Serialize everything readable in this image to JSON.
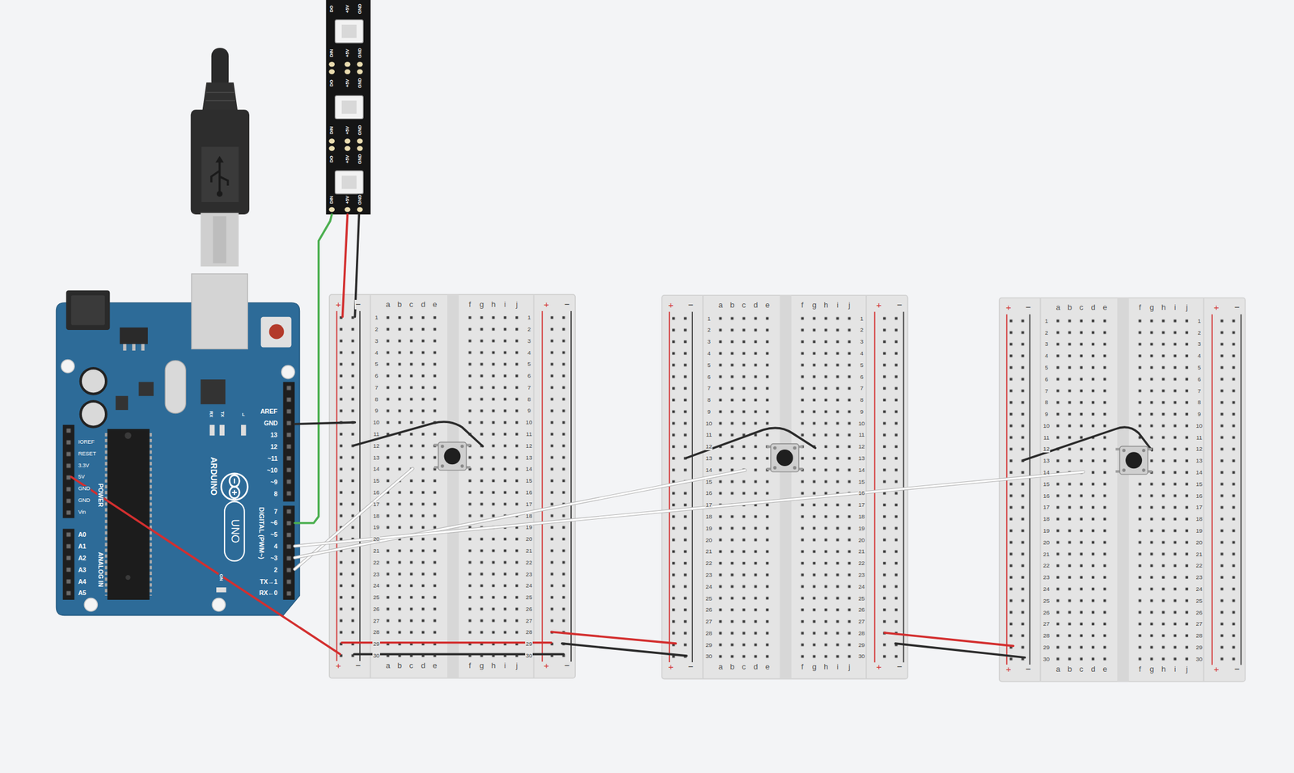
{
  "diagram": {
    "nodes": [
      {
        "text": [
          "DO",
          "+5V",
          "GND",
          "DIN",
          "+5V",
          "GND",
          "DO",
          "+5V",
          "GND",
          "DIN",
          "+5V",
          "GND",
          "DO",
          "+5V",
          "GND",
          "DIN",
          "+5V",
          "GND"
        ]
      },
      {
        "text": [
          "AREF",
          "GND",
          "13",
          "12",
          "~11",
          "~10",
          "~9",
          "8",
          "7",
          "~6",
          "~5",
          "4",
          "~3",
          "2",
          "TX→1",
          "RX←0",
          "DIGITAL (PWM~)",
          "IOREF",
          "RESET",
          "3.3V",
          "5V",
          "GND",
          "GND",
          "Vin",
          "POWER",
          "A0",
          "A1",
          "A2",
          "A3",
          "A4",
          "A5",
          "ANALOG IN",
          "ARDUINO",
          "UNO",
          "RX",
          "TX",
          "L",
          "ON"
        ]
      },
      {
        "text": [
          "+",
          "−",
          "a",
          "b",
          "c",
          "d",
          "e",
          "f",
          "g",
          "h",
          "i",
          "j",
          "+",
          "−",
          "1",
          "2",
          "3",
          "4",
          "5",
          "6",
          "7",
          "8",
          "9",
          "10",
          "11",
          "12",
          "13",
          "14",
          "15",
          "16",
          "17",
          "18",
          "19",
          "20",
          "21",
          "22",
          "23",
          "24",
          "25",
          "26",
          "27",
          "28",
          "29",
          "30",
          "1",
          "2",
          "3",
          "4",
          "5",
          "6",
          "7",
          "8",
          "9",
          "10",
          "11",
          "12",
          "13",
          "14",
          "15",
          "16",
          "17",
          "18",
          "19",
          "20",
          "21",
          "22",
          "23",
          "24",
          "25",
          "26",
          "27",
          "28",
          "29",
          "30",
          "+",
          "−",
          "a",
          "b",
          "c",
          "d",
          "e",
          "f",
          "g",
          "h",
          "i",
          "j",
          "+",
          "−"
        ]
      },
      {
        "text": [
          "+",
          "−",
          "a",
          "b",
          "c",
          "d",
          "e",
          "f",
          "g",
          "h",
          "i",
          "j",
          "+",
          "−",
          "1",
          "2",
          "3",
          "4",
          "5",
          "6",
          "7",
          "8",
          "9",
          "10",
          "11",
          "12",
          "13",
          "14",
          "15",
          "16",
          "17",
          "18",
          "19",
          "20",
          "21",
          "22",
          "23",
          "24",
          "25",
          "26",
          "27",
          "28",
          "29",
          "30",
          "1",
          "2",
          "3",
          "4",
          "5",
          "6",
          "7",
          "8",
          "9",
          "10",
          "11",
          "12",
          "13",
          "14",
          "15",
          "16",
          "17",
          "18",
          "19",
          "20",
          "21",
          "22",
          "23",
          "24",
          "25",
          "26",
          "27",
          "28",
          "29",
          "30",
          "+",
          "−",
          "a",
          "b",
          "c",
          "d",
          "e",
          "f",
          "g",
          "h",
          "i",
          "j",
          "+",
          "−"
        ]
      },
      {
        "text": [
          "+",
          "−",
          "a",
          "b",
          "c",
          "d",
          "e",
          "f",
          "g",
          "h",
          "i",
          "j",
          "+",
          "−",
          "1",
          "2",
          "3",
          "4",
          "5",
          "6",
          "7",
          "8",
          "9",
          "10",
          "11",
          "12",
          "13",
          "14",
          "15",
          "16",
          "17",
          "18",
          "19",
          "20",
          "21",
          "22",
          "23",
          "24",
          "25",
          "26",
          "27",
          "28",
          "29",
          "30",
          "1",
          "2",
          "3",
          "4",
          "5",
          "6",
          "7",
          "8",
          "9",
          "10",
          "11",
          "12",
          "13",
          "14",
          "15",
          "16",
          "17",
          "18",
          "19",
          "20",
          "21",
          "22",
          "23",
          "24",
          "25",
          "26",
          "27",
          "28",
          "29",
          "30",
          "+",
          "−",
          "a",
          "b",
          "c",
          "d",
          "e",
          "f",
          "g",
          "h",
          "i",
          "j",
          "+",
          "−"
        ]
      }
    ],
    "edges": [
      {
        "from": 1,
        "to": 0,
        "arrow": "none"
      },
      {
        "from": 0,
        "to": 2,
        "arrow": "none"
      },
      {
        "from": 0,
        "to": 2,
        "arrow": "none"
      },
      {
        "from": 1,
        "to": 2,
        "arrow": "none"
      },
      {
        "from": 1,
        "to": 2,
        "arrow": "none"
      },
      {
        "from": 1,
        "to": 2,
        "arrow": "none"
      },
      {
        "from": 1,
        "to": 3,
        "arrow": "none"
      },
      {
        "from": 1,
        "to": 4,
        "arrow": "none"
      },
      {
        "from": 2,
        "to": 3,
        "arrow": "none"
      },
      {
        "from": 2,
        "to": 3,
        "arrow": "none"
      },
      {
        "from": 3,
        "to": 4,
        "arrow": "none"
      },
      {
        "from": 3,
        "to": 4,
        "arrow": "none"
      }
    ]
  }
}
